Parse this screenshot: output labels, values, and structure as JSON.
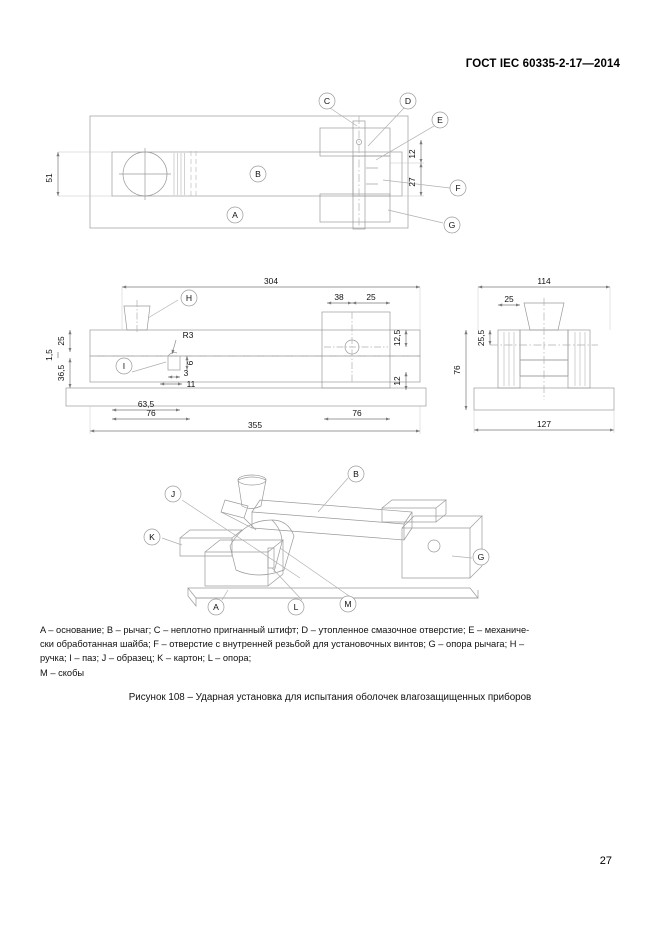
{
  "document": {
    "header": "ГОСТ IEC 60335-2-17—2014",
    "page_number": "27"
  },
  "figure": {
    "caption": "Рисунок 108 – Ударная установка для испытания оболочек влагозащищенных приборов",
    "legend_lines": [
      "A – основание; B – рычаг; C – неплотно пригнанный штифт; D – утопленное смазочное отверстие; E – механиче-",
      "ски обработанная шайба; F – отверстие с внутренней резьбой для установочных винтов; G – опора рычага; H –",
      "ручка; I – паз; J – образец; K – картон; L – опора;",
      "M  –  скобы"
    ],
    "balloons": {
      "top_view": [
        "C",
        "D",
        "E",
        "F",
        "G",
        "A",
        "B"
      ],
      "side_view": [
        "H",
        "I"
      ],
      "iso_view": [
        "B",
        "J",
        "K",
        "G",
        "A",
        "L",
        "M"
      ]
    },
    "dimensions": {
      "top_view": [
        "51",
        "12",
        "27"
      ],
      "side_view": [
        "304",
        "38",
        "25",
        "12,5",
        "76",
        "12",
        "1,5",
        "25",
        "36,5",
        "R3",
        "6",
        "3",
        "11",
        "63,5",
        "76",
        "76",
        "355"
      ],
      "end_view": [
        "114",
        "25",
        "25,5",
        "76",
        "127"
      ]
    },
    "colors": {
      "line": "#9a9a9a",
      "line_dark": "#6f6f6f",
      "text": "#111111"
    }
  }
}
